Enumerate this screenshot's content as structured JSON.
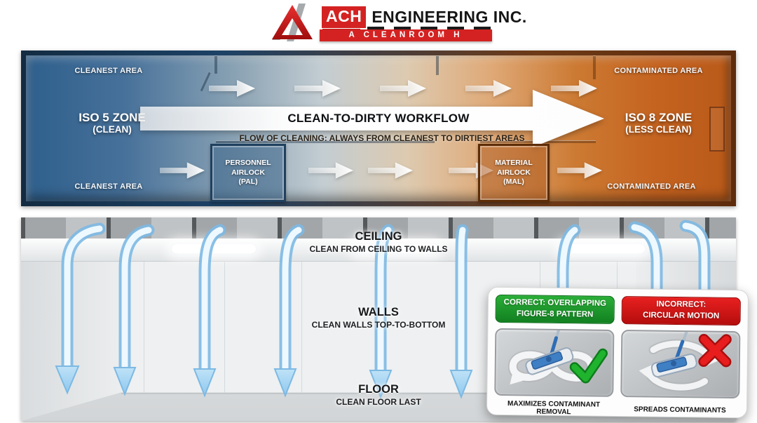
{
  "header": {
    "brand_prefix": "ACH",
    "brand_name": "ENGINEERING INC.",
    "banner_text": "A CLEANROOM H"
  },
  "workflow_panel": {
    "clean_zone": {
      "area_top": "CLEANEST AREA",
      "area_bottom": "CLEANEST AREA",
      "zone_title": "ISO 5 ZONE",
      "zone_subtitle": "(CLEAN)"
    },
    "dirty_zone": {
      "area_top": "CONTAMINATED AREA",
      "area_bottom": "CONTAMINATED AREA",
      "zone_title": "ISO 8 ZONE",
      "zone_subtitle": "(LESS CLEAN)"
    },
    "main_arrow": {
      "title": "CLEAN-TO-DIRTY WORKFLOW",
      "subtitle": "FLOW OF CLEANING: ALWAYS FROM CLEANEST TO DIRTIEST AREAS"
    },
    "personnel_airlock": {
      "line1": "PERSONNEL",
      "line2": "AIRLOCK",
      "line3": "(PAL)"
    },
    "material_airlock": {
      "line1": "MATERIAL",
      "line2": "AIRLOCK",
      "line3": "(MAL)"
    }
  },
  "room_panel": {
    "ceiling": {
      "title": "CEILING",
      "subtitle": "CLEAN FROM CEILING TO WALLS"
    },
    "walls": {
      "title": "WALLS",
      "subtitle": "CLEAN WALLS TOP-TO-BOTTOM"
    },
    "floor": {
      "title": "FLOOR",
      "subtitle": "CLEAN FLOOR LAST"
    }
  },
  "technique_inset": {
    "correct": {
      "badge_line1": "CORRECT: OVERLAPPING",
      "badge_line2": "FIGURE-8 PATTERN",
      "caption": "MAXIMIZES CONTAMINANT REMOVAL"
    },
    "incorrect": {
      "badge_line1": "INCORRECT:",
      "badge_line2": "CIRCULAR MOTION",
      "caption": "SPREADS CONTAMINANTS"
    }
  },
  "colors": {
    "brand_red": "#d42222",
    "clean_blue": "#2e5f8c",
    "dirty_orange": "#c4621f",
    "correct_green": "#1f9d2c",
    "incorrect_red": "#d01818",
    "airflow_blue": "#7db9e3"
  }
}
